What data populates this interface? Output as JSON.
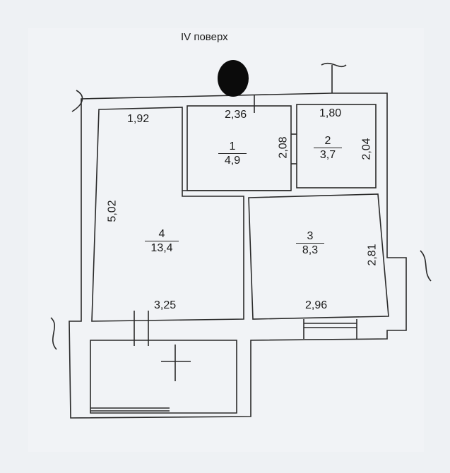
{
  "floor_title": "IV поверх",
  "rooms": [
    {
      "number": "1",
      "area": "4,9"
    },
    {
      "number": "2",
      "area": "3,7"
    },
    {
      "number": "3",
      "area": "8,3"
    },
    {
      "number": "4",
      "area": "13,4"
    }
  ],
  "dimensions": {
    "room4_top": "1,92",
    "room4_left": "5,02",
    "room4_bottom": "3,25",
    "room1_top": "2,36",
    "room1_right": "2,08",
    "room2_top": "1,80",
    "room2_right": "2,04",
    "room3_right": "2,81",
    "room3_bottom": "2,96"
  }
}
